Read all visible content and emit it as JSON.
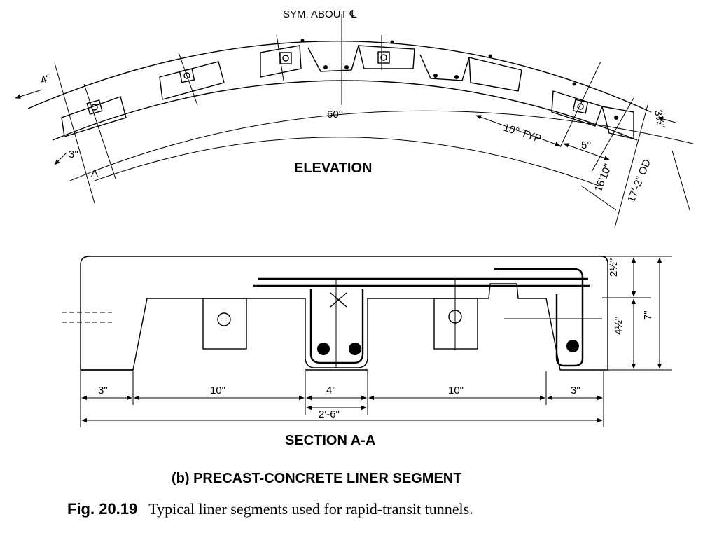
{
  "elevation": {
    "label": "ELEVATION",
    "sym_note": "SYM. ABOUT ℄",
    "angle_center": "60°",
    "angle_typ": "10° TYP",
    "angle_end": "5°",
    "dim_4in": "4\"",
    "dim_3in": "3\"",
    "dim_3half": "3½\"",
    "radius_inner": "16'10\"",
    "diameter_outer": "17'-2\" OD",
    "section_mark": "A"
  },
  "section": {
    "label": "SECTION A-A",
    "dims_bottom": [
      "3\"",
      "10\"",
      "4\"",
      "10\"",
      "3\""
    ],
    "dim_overall": "2'-6\"",
    "dim_top": "2½\"",
    "dim_mid": "4½\"",
    "dim_total": "7\""
  },
  "subtitle": "(b) PRECAST-CONCRETE LINER SEGMENT",
  "caption": {
    "number": "Fig. 20.19",
    "text": "Typical liner segments used for rapid-transit tunnels."
  }
}
